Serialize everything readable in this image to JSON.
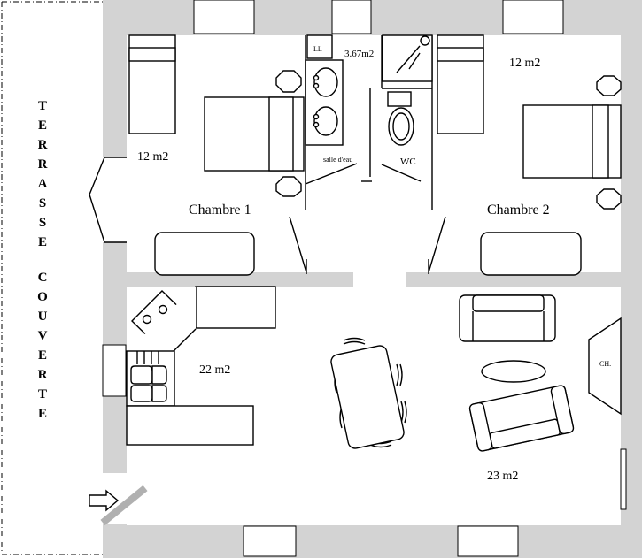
{
  "terrace": {
    "word1": [
      "T",
      "E",
      "R",
      "R",
      "A",
      "S",
      "S",
      "E"
    ],
    "word2": [
      "C",
      "O",
      "U",
      "V",
      "E",
      "R",
      "T",
      "E"
    ]
  },
  "rooms": {
    "bedroom1": {
      "name": "Chambre 1",
      "area": "12 m2"
    },
    "bedroom2": {
      "name": "Chambre 2",
      "area": "12 m2"
    },
    "bathroom": {
      "name": "salle d'eau",
      "area": "3.67m2",
      "washer": "LL"
    },
    "wc": {
      "name": "WC"
    },
    "kitchen_dining": {
      "area": "22 m2"
    },
    "living": {
      "area": "23 m2",
      "fireplace": "CH."
    }
  },
  "colors": {
    "wall": "#d3d3d3",
    "ink": "#000000",
    "floor": "#ffffff"
  }
}
